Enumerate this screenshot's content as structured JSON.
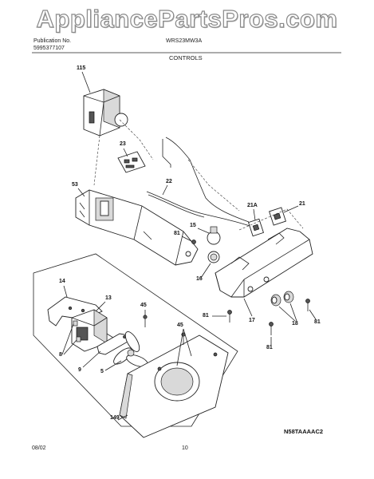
{
  "watermark": "AppliancePartsPros.com",
  "header": {
    "publication_label": "Publication No.",
    "publication_number": "5995377107",
    "model": "WRS23MW3A",
    "section": "CONTROLS"
  },
  "footer": {
    "date": "08/02",
    "page": "10",
    "diagram_code": "N58TAAAAC2"
  },
  "callouts": {
    "c115": "115",
    "c23": "23",
    "c22": "22",
    "c53": "53",
    "c21a": "21A",
    "c21": "21",
    "c15": "15",
    "c81a": "81",
    "c16": "16",
    "c14": "14",
    "c13": "13",
    "c45a": "45",
    "c81b": "81",
    "c17": "17",
    "c18": "18",
    "c81c": "81",
    "c81d": "81",
    "c8": "8",
    "c45b": "45",
    "c9": "9",
    "c5": "5",
    "c149": "149"
  }
}
